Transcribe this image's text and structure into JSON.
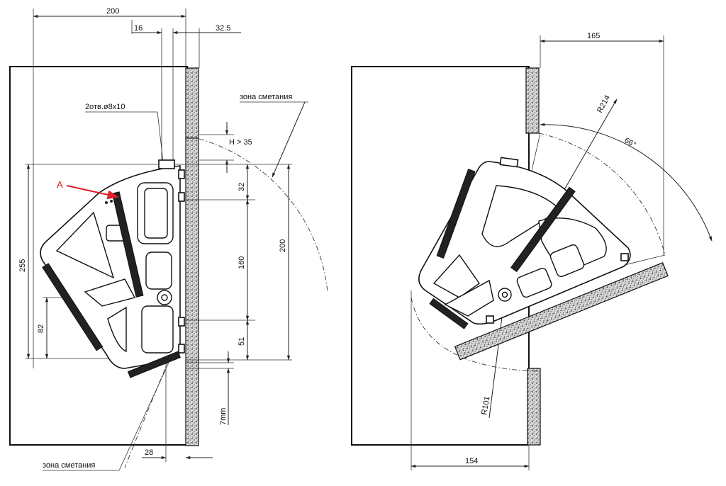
{
  "left_view": {
    "dims": {
      "d200_top": "200",
      "d16": "16",
      "d32_5": "32.5",
      "h35": "H > 35",
      "d32": "32",
      "d160": "160",
      "d51": "51",
      "d200_right": "200",
      "d255": "255",
      "d82": "82",
      "d7mm": "7mm",
      "d28": "28"
    },
    "holes_label": "2отв.ø8x10",
    "sweep_zone_top": "зона сметания",
    "sweep_zone_bottom": "зона сметания",
    "marker_label": "A",
    "marker_color": "#e0202a"
  },
  "right_view": {
    "dims": {
      "d165": "165",
      "r214": "R214",
      "a66": "66°",
      "r101": "R101",
      "d154": "154"
    }
  }
}
